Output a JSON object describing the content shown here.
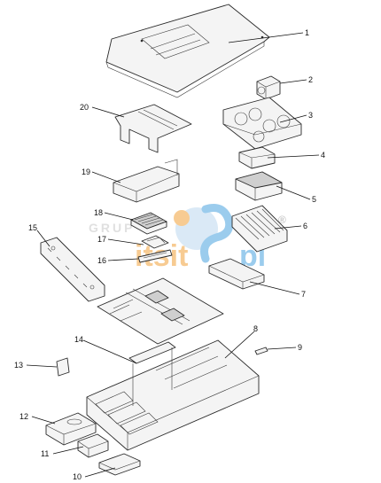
{
  "callouts": [
    "1",
    "2",
    "3",
    "4",
    "5",
    "6",
    "7",
    "8",
    "9",
    "10",
    "11",
    "12",
    "13",
    "14",
    "15",
    "16",
    "17",
    "18",
    "19",
    "20"
  ],
  "watermark": {
    "top_text": "GRUP",
    "brand_left": "itsit",
    "brand_right": "pl",
    "registered": "®",
    "colors": {
      "orange": "#f2a23a",
      "blue": "#4aa3e0",
      "light_blue": "#bcd8ef"
    }
  },
  "colors": {
    "line": "#2a2a2a",
    "fill": "#f4f4f4",
    "shade": "#cfcfcf"
  }
}
